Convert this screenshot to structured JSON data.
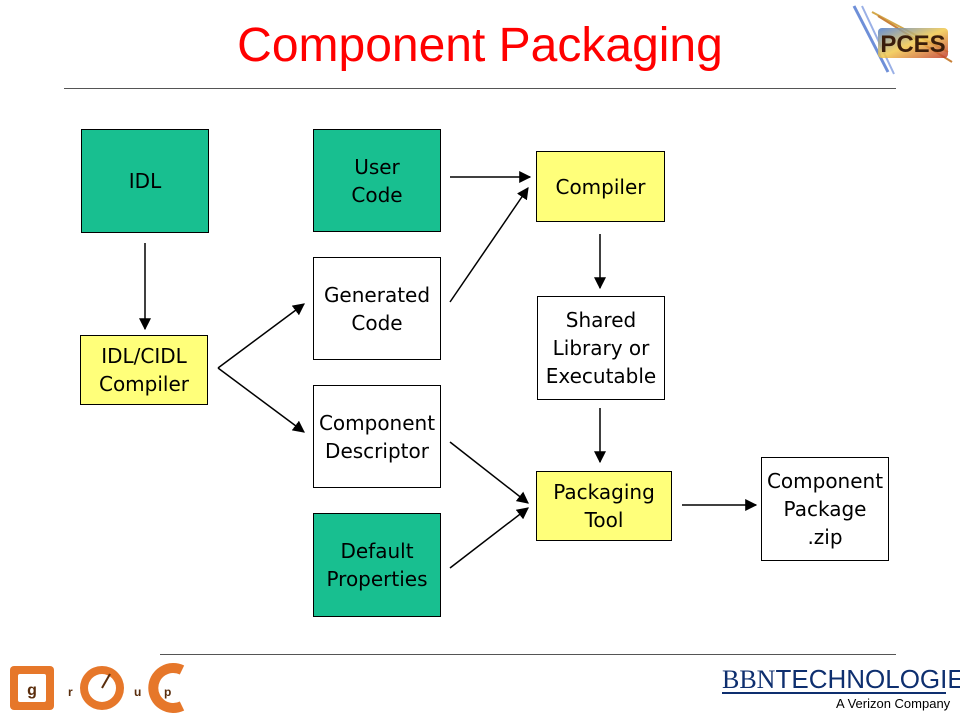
{
  "title": "Component Packaging",
  "logos": {
    "pces_text": "PCES",
    "doc_group_text": "DOC group",
    "company": "BBN TECHNOLOGIES",
    "company_part1": "BBN",
    "company_part2": "TECHNOLOGIES",
    "tagline": "A Verizon Company"
  },
  "colors": {
    "title": "#ff0000",
    "green_box": "#18bf90",
    "yellow_box": "#ffff7a",
    "brand_blue": "#0e2f6f"
  },
  "nodes": {
    "idl": "IDL",
    "idl_cidl_compiler": "IDL/CIDL\nCompiler",
    "user_code": "User\nCode",
    "generated_code": "Generated\nCode",
    "component_descriptor": "Component\nDescriptor",
    "default_properties": "Default\nProperties",
    "compiler": "Compiler",
    "shared_library": "Shared\nLibrary or\nExecutable",
    "packaging_tool": "Packaging\nTool",
    "component_package": "Component\nPackage\n.zip"
  },
  "edges": [
    {
      "from": "IDL",
      "to": "IDL/CIDL Compiler"
    },
    {
      "from": "IDL/CIDL Compiler",
      "to": "Generated Code"
    },
    {
      "from": "IDL/CIDL Compiler",
      "to": "Component Descriptor"
    },
    {
      "from": "User Code",
      "to": "Compiler"
    },
    {
      "from": "Generated Code",
      "to": "Compiler"
    },
    {
      "from": "Compiler",
      "to": "Shared Library or Executable"
    },
    {
      "from": "Shared Library or Executable",
      "to": "Packaging Tool"
    },
    {
      "from": "Component Descriptor",
      "to": "Packaging Tool"
    },
    {
      "from": "Default Properties",
      "to": "Packaging Tool"
    },
    {
      "from": "Packaging Tool",
      "to": "Component Package .zip"
    }
  ]
}
